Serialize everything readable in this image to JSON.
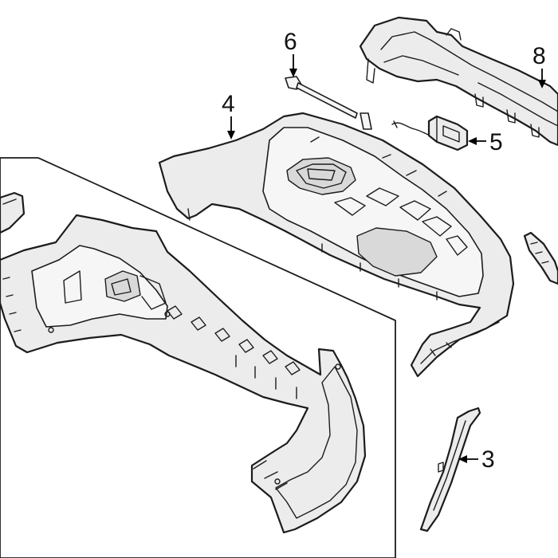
{
  "callouts": {
    "part_3": {
      "label": "3"
    },
    "part_4": {
      "label": "4"
    },
    "part_5": {
      "label": "5"
    },
    "part_6": {
      "label": "6"
    },
    "part_8": {
      "label": "8"
    }
  },
  "colors": {
    "stroke": "#1c1c1c",
    "part_fill": "#ececec",
    "background": "#ffffff"
  }
}
